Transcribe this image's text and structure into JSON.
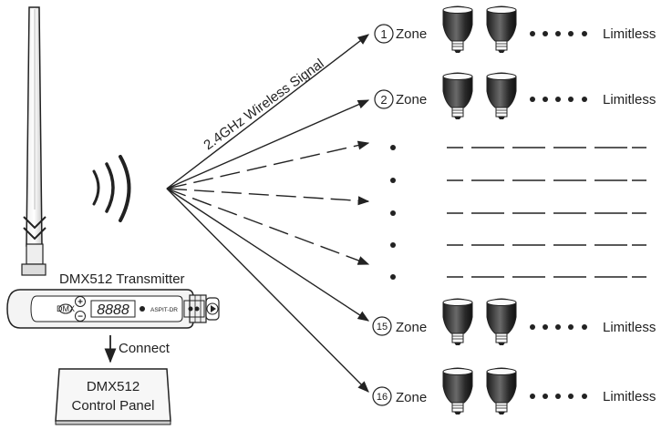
{
  "transmitter": {
    "label": "DMX512 Transmitter",
    "display_digits": "8888",
    "plus_symbol": "+",
    "minus_symbol": "−",
    "button_label": "DMX",
    "model_label": "ASPIT-DR"
  },
  "connect_label": "Connect",
  "control_panel": {
    "line1": "DMX512",
    "line2": "Control Panel"
  },
  "signal_label": "2.4GHz Wireless Signal",
  "zone_word": "Zone",
  "limitless_word": "Limitless",
  "zones": [
    {
      "number": "1"
    },
    {
      "number": "2"
    },
    {
      "number": "15"
    },
    {
      "number": "16"
    }
  ],
  "colors": {
    "stroke": "#222222",
    "background": "#ffffff"
  }
}
